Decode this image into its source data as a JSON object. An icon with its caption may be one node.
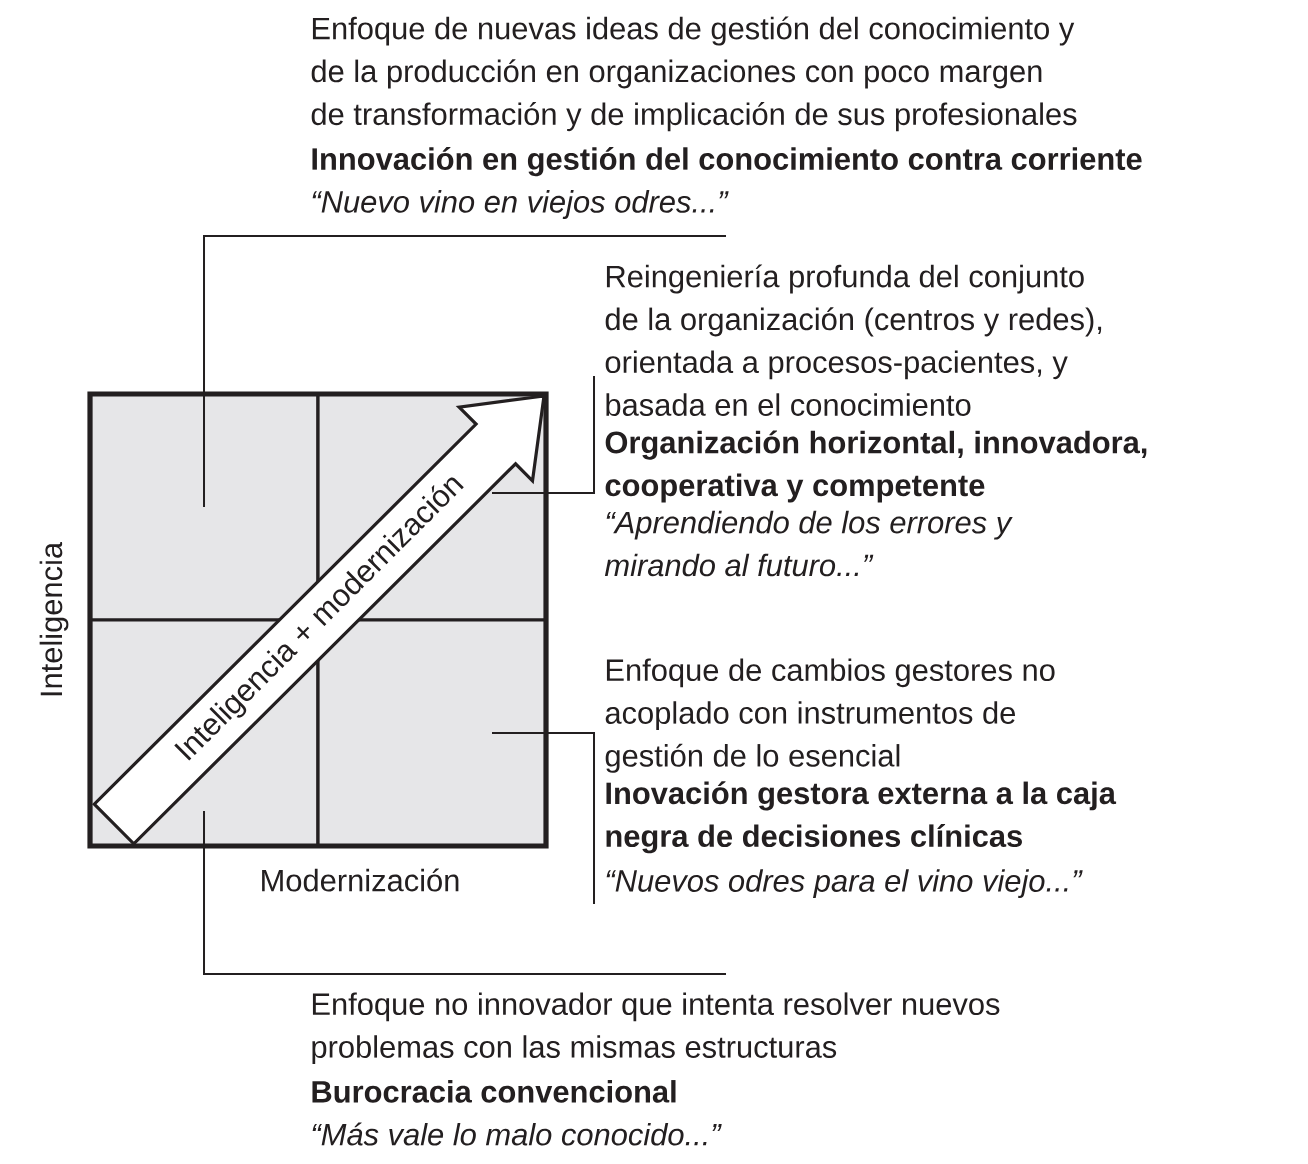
{
  "diagram": {
    "nodes": [
      {
        "text": [],
        "shape": "box"
      },
      {
        "text": [],
        "shape": "box",
        "in": 0
      },
      {
        "text": [],
        "shape": "box",
        "in": 0
      },
      {
        "text": [],
        "shape": "box",
        "in": 0
      },
      {
        "text": [],
        "shape": "box",
        "in": 0
      },
      {
        "text": [
          "Enfoque de nuevas ideas de gestión del conocimiento y de la producción en organizaciones con poco margen de transformación y de implicación de sus profesionales",
          "Innovación en gestión del conocimiento contra corriente",
          "“Nuevo vino en viejos odres...”"
        ]
      },
      {
        "text": [
          "Reingeniería profunda del conjunto de la organización (centros y redes), orientada a procesos-pacientes, y basada en el conocimiento",
          "Organización horizontal, innovadora, cooperativa y competente",
          "“Aprendiendo de los errores y mirando al futuro...”"
        ]
      },
      {
        "text": [
          "Enfoque de cambios gestores no acoplado con instrumentos de gestión de lo esencial",
          "Inovación gestora externa a la caja negra de decisiones clínicas",
          "“Nuevos odres para el vino viejo...”"
        ]
      },
      {
        "text": [
          "Enfoque no innovador que intenta resolver nuevos problemas con las mismas estructuras",
          "Burocracia convencional",
          "“Más vale lo malo conocido...”"
        ]
      }
    ],
    "edges": [
      {
        "from": 5,
        "to": 1,
        "arrow": "none"
      },
      {
        "from": 6,
        "to": 2,
        "arrow": "none"
      },
      {
        "from": 7,
        "to": 4,
        "arrow": "none"
      },
      {
        "from": 8,
        "to": 3,
        "arrow": "none"
      },
      {
        "from": 3,
        "to": 2,
        "arrow": "to",
        "label": "Inteligencia + modernización"
      }
    ],
    "labels": [
      "Inteligencia",
      "Modernización"
    ]
  }
}
